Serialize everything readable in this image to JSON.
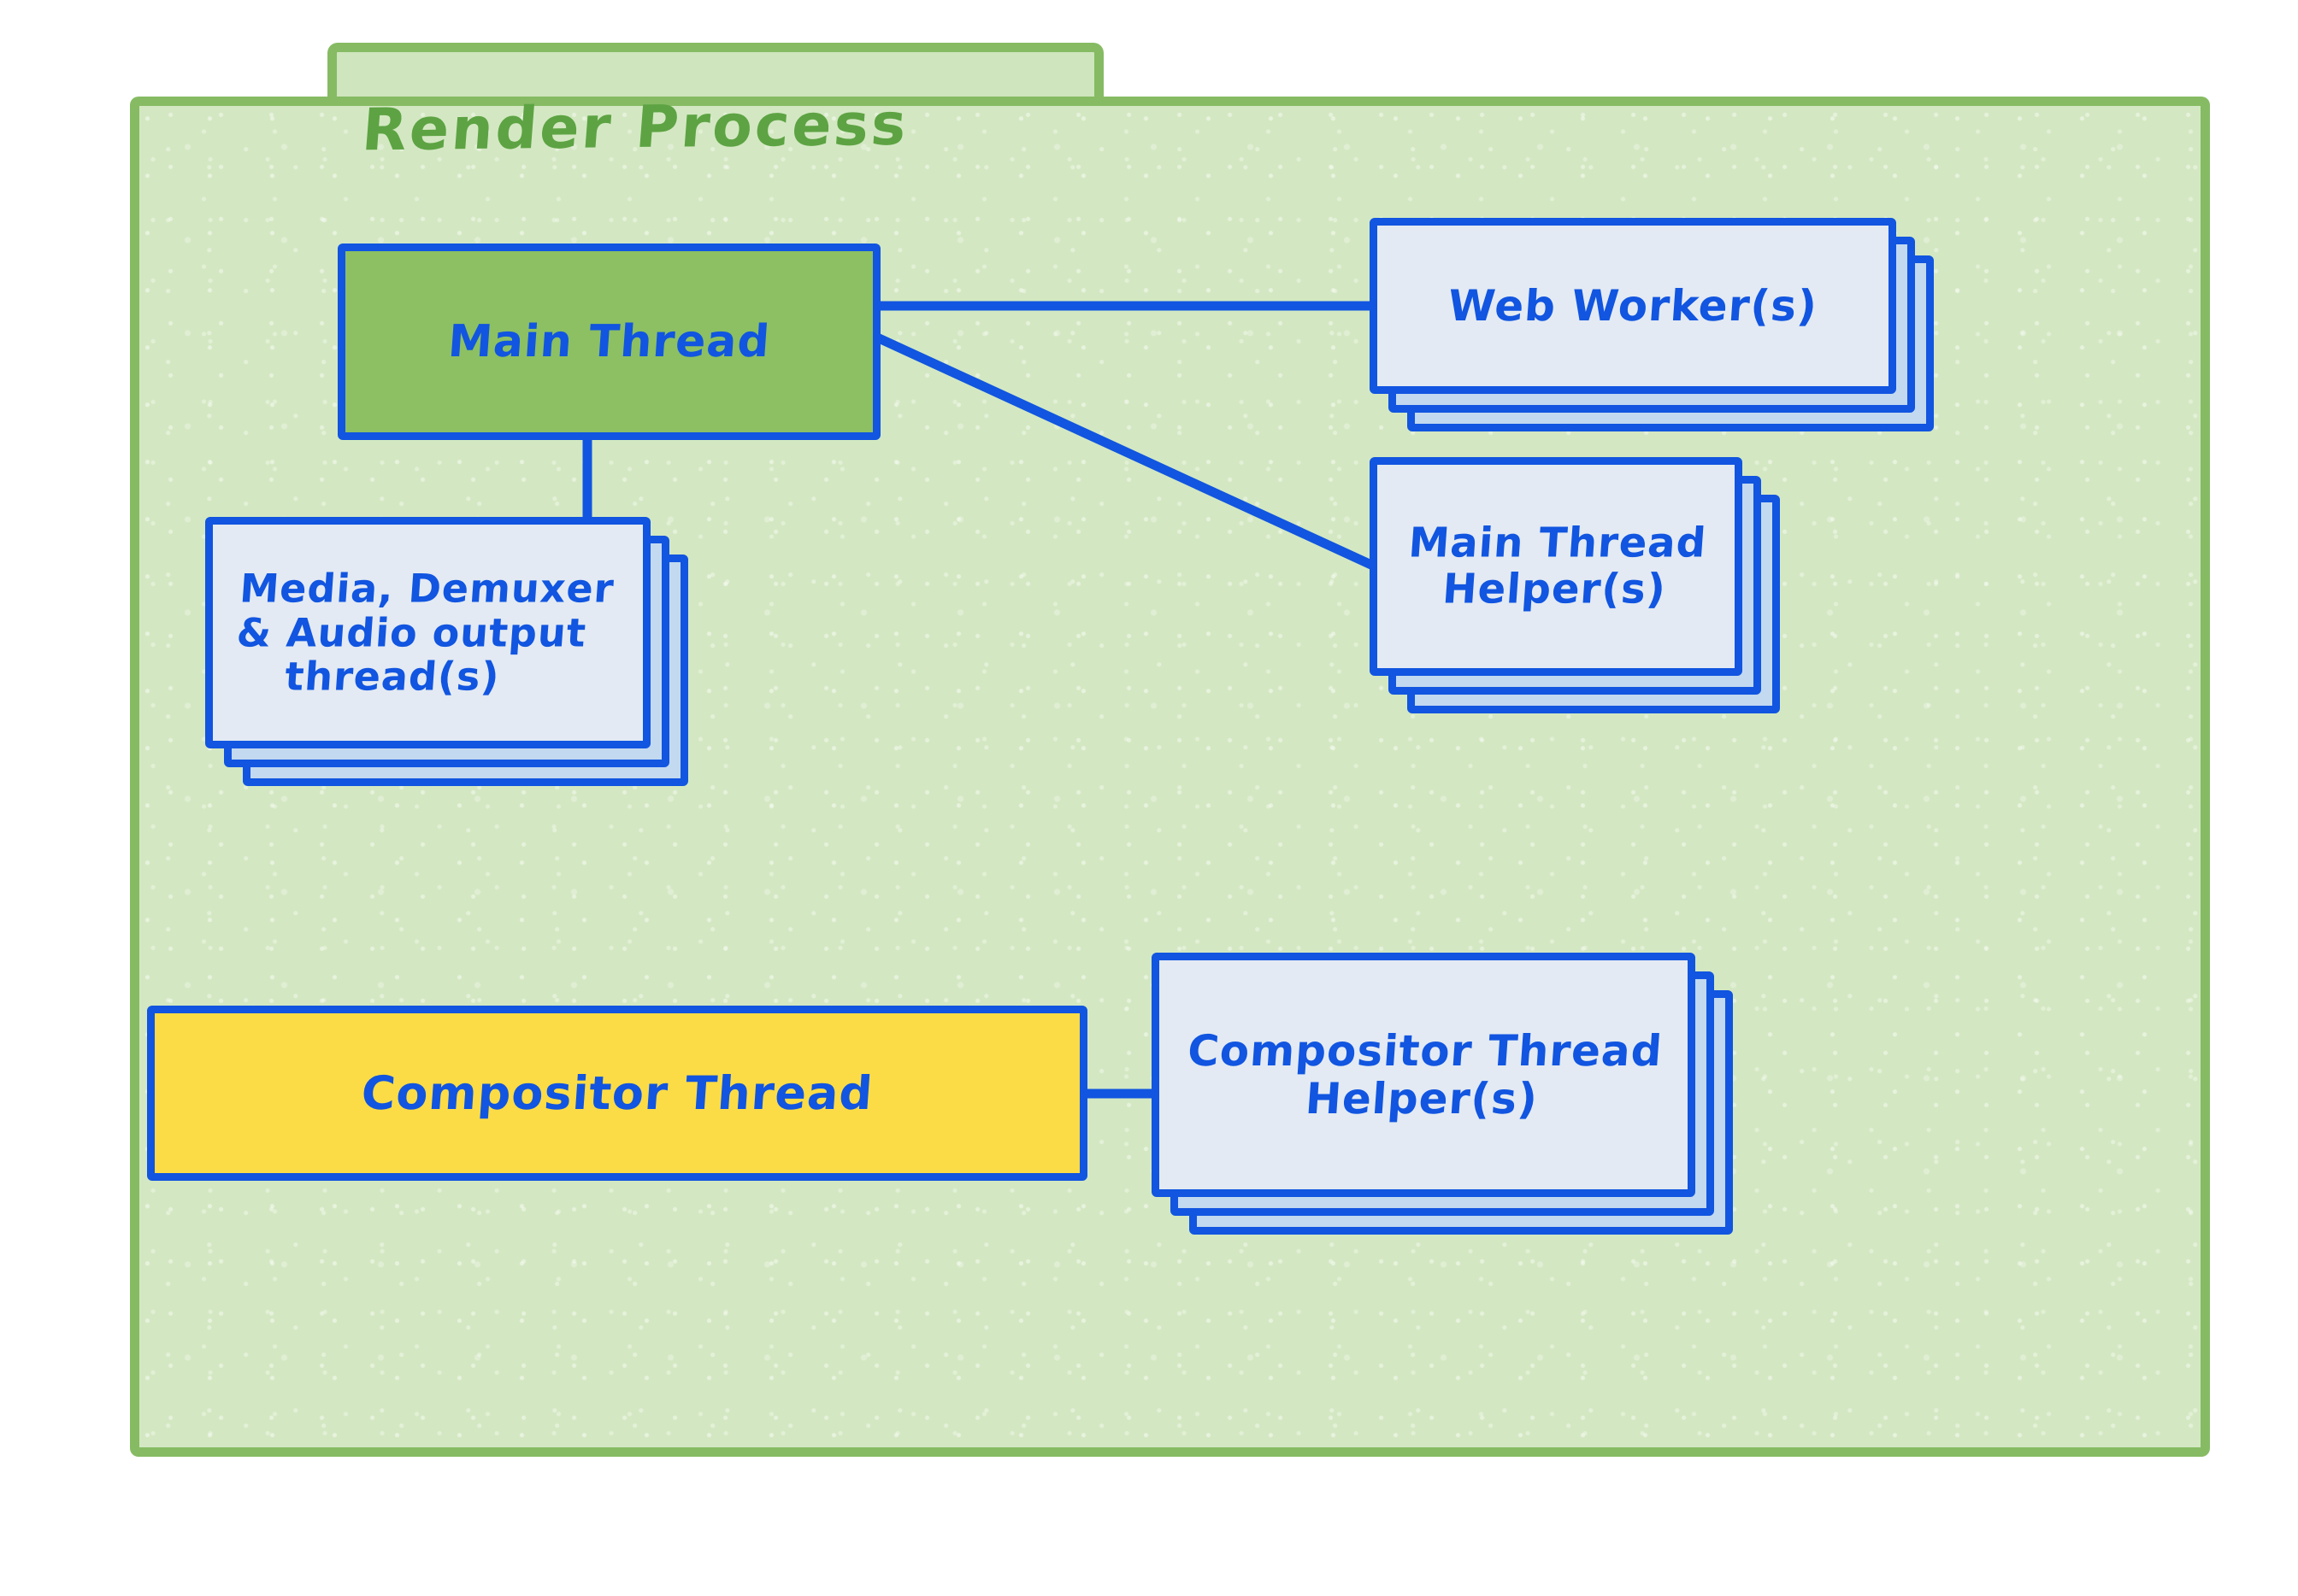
{
  "diagram": {
    "title": "Render Process",
    "colors": {
      "container_fill": "#d3e8c2",
      "container_border": "#86bb63",
      "title_text": "#5da343",
      "node_border": "#1155e0",
      "node_text": "#1155e0",
      "main_thread_fill": "#8cc063",
      "compositor_fill": "#fcdc46",
      "card_fill": "#e3eaf3",
      "stack_shadow_fill": "#c2d9f0"
    },
    "nodes": [
      {
        "id": "main-thread",
        "label": "Main Thread",
        "style": "solid-green",
        "stacked": false
      },
      {
        "id": "web-worker",
        "label": "Web Worker(s)",
        "style": "card",
        "stacked": true,
        "stack_count": 3
      },
      {
        "id": "media-demuxer-audio-output-thread",
        "label_line1": "Media, Demuxer",
        "label_line2": "& Audio output",
        "label_line3": "thread(s)",
        "style": "card",
        "stacked": true,
        "stack_count": 3
      },
      {
        "id": "main-thread-helper",
        "label_line1": "Main Thread",
        "label_line2": "Helper(s)",
        "style": "card",
        "stacked": true,
        "stack_count": 3
      },
      {
        "id": "compositor-thread",
        "label": "Compositor Thread",
        "style": "solid-yellow",
        "stacked": false
      },
      {
        "id": "compositor-thread-helper",
        "label_line1": "Compositor Thread",
        "label_line2": "Helper(s)",
        "style": "card",
        "stacked": true,
        "stack_count": 3
      }
    ],
    "edges": [
      {
        "from": "main-thread",
        "to": "web-worker",
        "kind": "horizontal"
      },
      {
        "from": "main-thread",
        "to": "main-thread-helper",
        "kind": "diagonal"
      },
      {
        "from": "main-thread",
        "to": "media-demuxer-audio-output-thread",
        "kind": "vertical"
      },
      {
        "from": "compositor-thread",
        "to": "compositor-thread-helper",
        "kind": "horizontal"
      }
    ]
  }
}
